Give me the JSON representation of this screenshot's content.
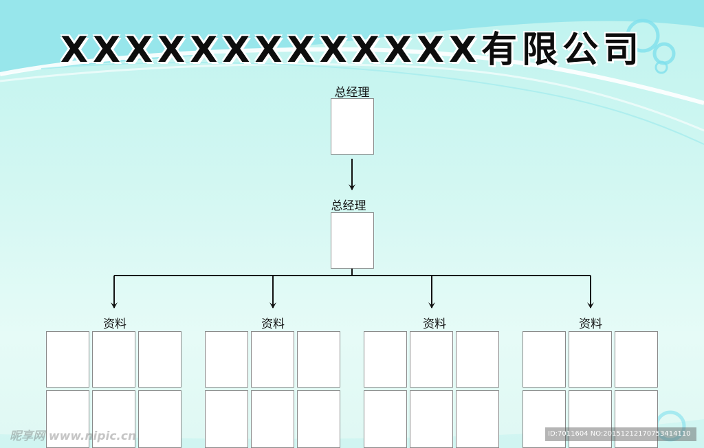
{
  "title": "XXXXXXXXXXXXX有限公司",
  "top_label": "总经理",
  "mid_label": "总经理",
  "branch_label": "资料",
  "branches": [
    {
      "label": "资料"
    },
    {
      "label": "资料"
    },
    {
      "label": "资料"
    },
    {
      "label": "资料"
    }
  ],
  "watermark_left": "昵享网 www.nipic.cn",
  "watermark_right": "ID:7011604 NO:20151212170753414110",
  "colors": {
    "background_top": "#bff3ef",
    "background_bottom": "#e6fbf7",
    "wave": "#8fe3ea",
    "line": "#111111",
    "box_border": "#8a8a8a"
  }
}
